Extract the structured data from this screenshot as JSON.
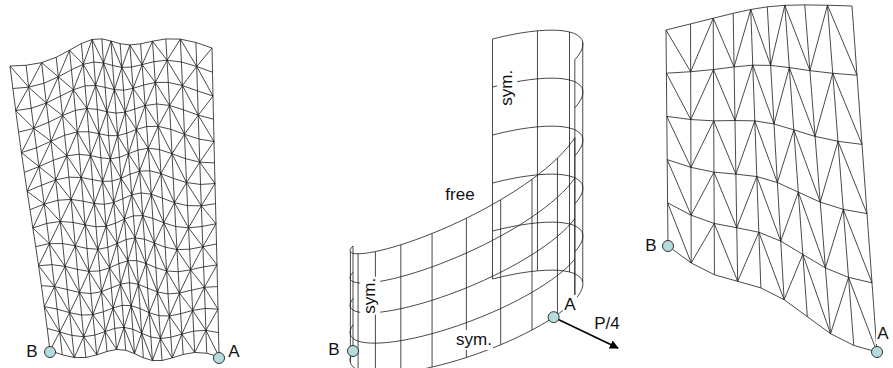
{
  "diagram": {
    "labels": [
      "B",
      "A",
      "sym.",
      "free",
      "sym.",
      "A",
      "B",
      "sym.",
      "P/4",
      "B",
      "A"
    ]
  }
}
